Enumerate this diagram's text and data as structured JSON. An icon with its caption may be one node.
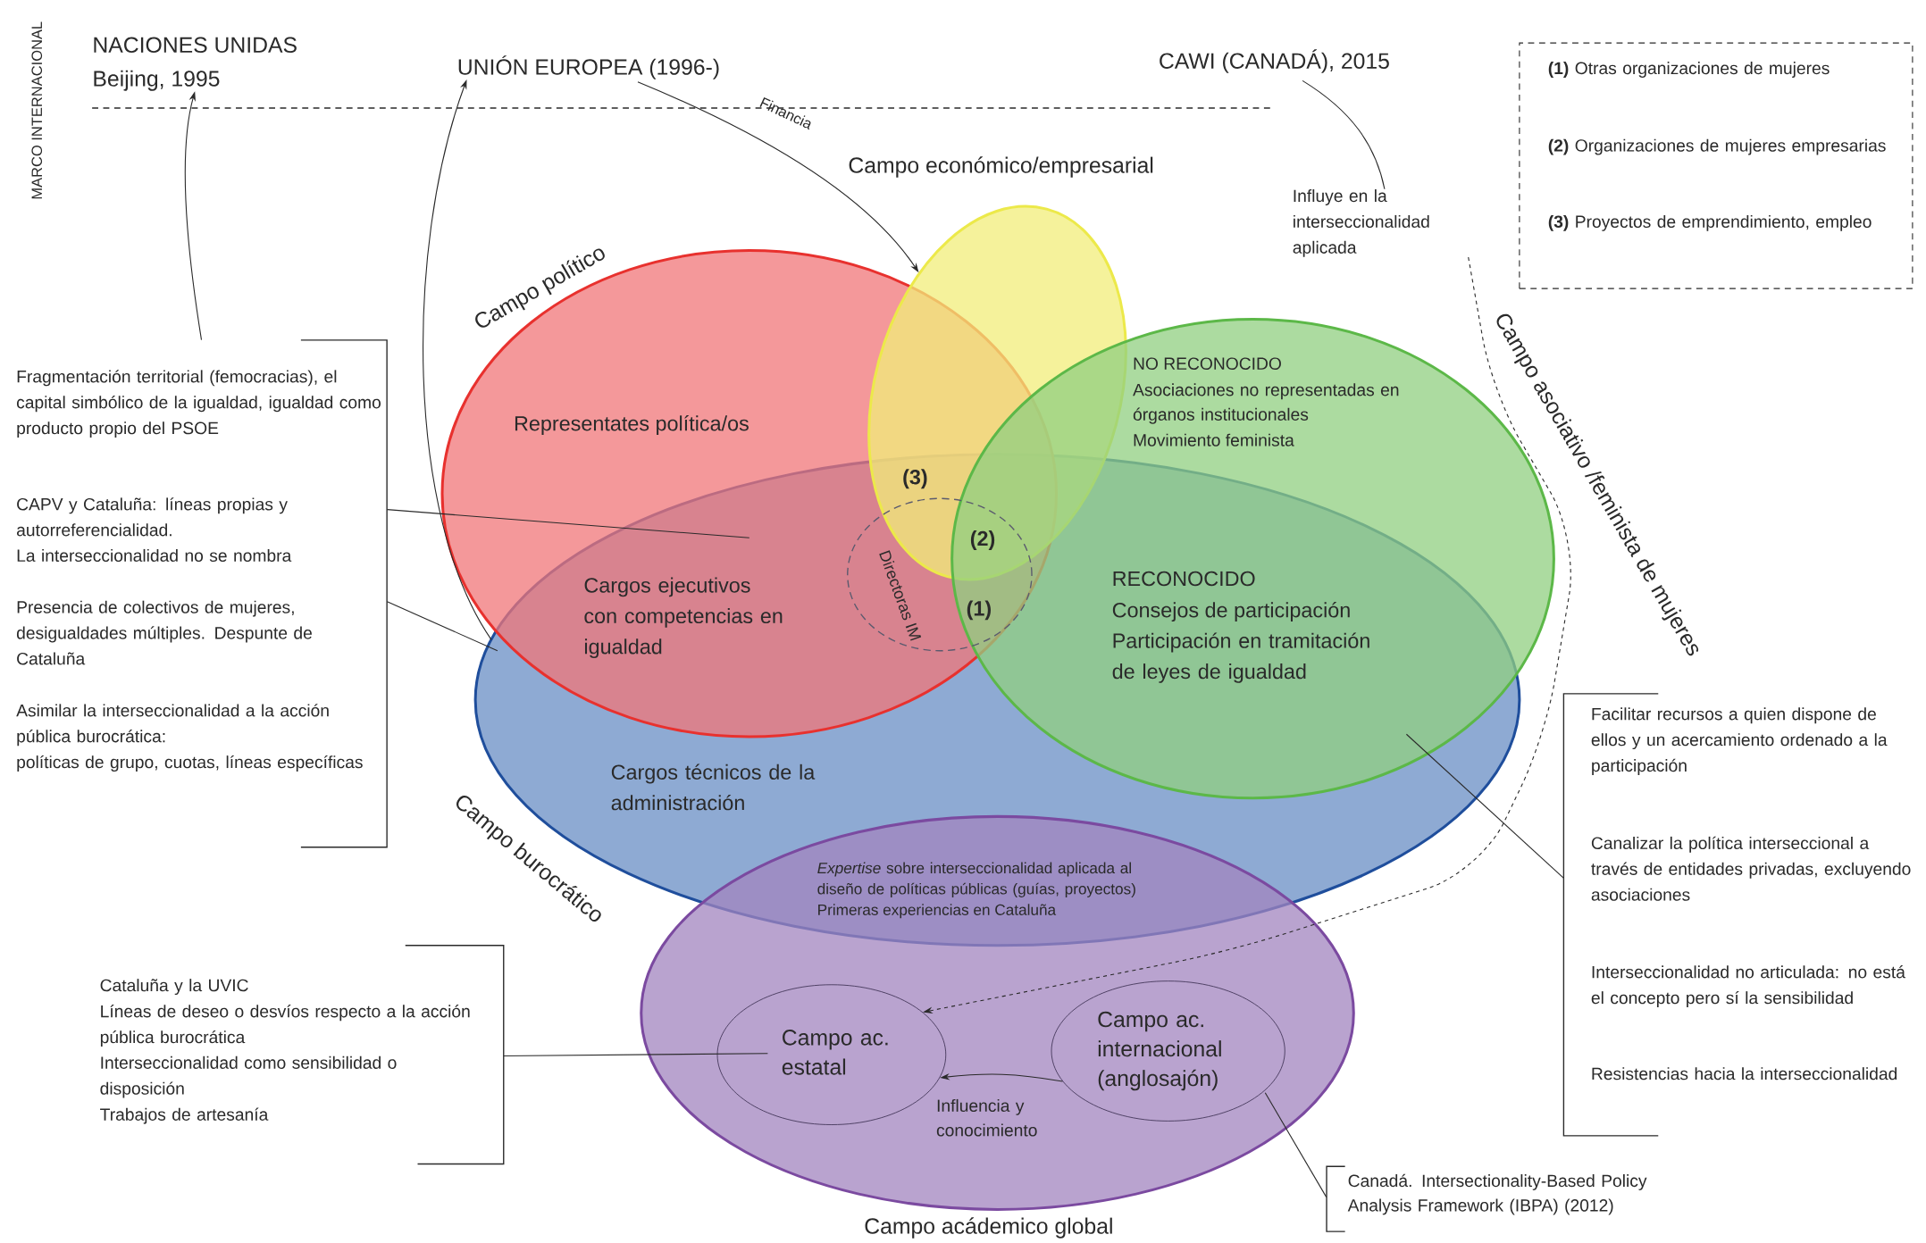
{
  "diagram": {
    "nodes": [
      {
        "text": [
          "NACIONES UNIDAS",
          "Beijing, 1995"
        ]
      },
      {
        "text": [
          "UNIÓN EUROPEA (1996-)"
        ]
      },
      {
        "text": [
          "CAWI (CANADÁ), 2015"
        ]
      },
      {
        "text": [
          "**(1)** Otras organizaciones de mujeres",
          "**(2)** Organizaciones de mujeres empresarias",
          "**(3)** Proyectos de emprendimiento, empleo"
        ]
      },
      {
        "text": [
          "Influye en la interseccionalidad aplicada"
        ]
      },
      {
        "text": [
          "Campo político",
          "Representates política/os",
          "Cargos ejecutivos con competencias en igualdad"
        ]
      },
      {
        "text": [
          "Campo económico/empresarial"
        ]
      },
      {
        "text": [
          "Campo asociativo /feminista de mujeres",
          "NO RECONOCIDO",
          "Asociaciones no representadas en órganos institucionales",
          "Movimiento feminista",
          "RECONOCIDO",
          "Consejos de participación",
          "Participación en tramitación de leyes de igualdad"
        ]
      },
      {
        "text": [
          "Cargos técnicos de la administración",
          "Campo burocrático"
        ]
      },
      {
        "text": [
          "Directoras IM"
        ]
      },
      {
        "text": [
          "*Expertise* sobre interseccionalidad aplicada al diseño de políticas públicas (guías, proyectos)",
          "Primeras experiencias en Cataluña",
          "Campo acádemico global"
        ]
      },
      {
        "text": [
          "Campo ac. estatal"
        ],
        "in": 10
      },
      {
        "text": [
          "Campo ac. internacional (anglosajón)"
        ],
        "in": 10
      },
      {
        "text": [
          "Fragmentación territorial (femocracias), el capital simbólico de la igualdad, igualdad como producto propio del PSOE",
          "CAPV y Cataluña: líneas propias y autorreferencialidad.",
          "La interseccionalidad no se nombra",
          "Presencia de colectivos de mujeres, desigualdades múltiples. Despunte de Cataluña",
          "Asimilar la interseccionalidad a la acción pública burocrática:",
          "políticas de grupo, cuotas, líneas específicas"
        ]
      },
      {
        "text": [
          "Facilitar recursos a quien dispone de ellos y un acercamiento ordenado a la participación",
          "Canalizar la política interseccional a través de entidades privadas, excluyendo asociaciones",
          "Interseccionalidad no articulada: no está el concepto pero sí la sensibilidad",
          "Resistencias hacia la interseccionalidad"
        ]
      },
      {
        "text": [
          "Cataluña y la UVIC",
          "Líneas de deseo o desvíos respecto a la acción pública burocrática",
          "Interseccionalidad como sensibilidad o disposición",
          "Trabajos de artesanía"
        ]
      },
      {
        "text": [
          "Canadá. Intersectionality-Based Policy Analysis Framework (IBPA) (2012)"
        ]
      }
    ],
    "edges": [
      {
        "from": 13,
        "to": 0,
        "arrow": "to"
      },
      {
        "from": 8,
        "to": 1,
        "arrow": "to"
      },
      {
        "from": 1,
        "to": 6,
        "arrow": "to",
        "label": "Financia"
      },
      {
        "from": 2,
        "to": 4,
        "arrow": "none"
      },
      {
        "from": 4,
        "to": 11,
        "arrow": "to",
        "style": "dashed"
      },
      {
        "from": 12,
        "to": 11,
        "arrow": "to",
        "label": "Influencia y conocimiento"
      },
      {
        "from": 13,
        "to": 5,
        "arrow": "none"
      },
      {
        "from": 13,
        "to": 8,
        "arrow": "none"
      },
      {
        "from": 14,
        "to": 7,
        "arrow": "none"
      },
      {
        "from": 15,
        "to": 11,
        "arrow": "none"
      },
      {
        "from": 16,
        "to": 12,
        "arrow": "none"
      }
    ],
    "labels": [
      "MARCO INTERNACIONAL",
      "(3)",
      "(2)",
      "(1)"
    ]
  }
}
